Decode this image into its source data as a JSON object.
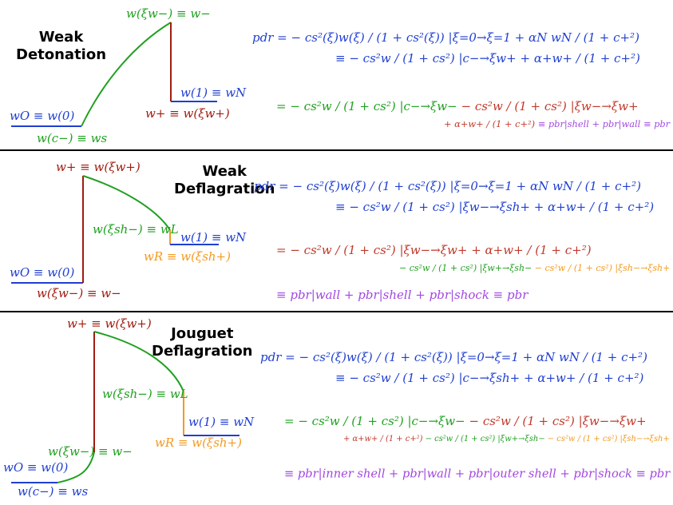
{
  "colors": {
    "blue": "#1f3fd1",
    "green": "#20a020",
    "red": "#c0392b",
    "dark_red": "#a01c10",
    "orange": "#f39a1f",
    "purple": "#a247e0"
  },
  "panels": [
    {
      "title_line1": "Weak",
      "title_line2": "Detonation",
      "labels": {
        "top": "w(ξw−) ≡ w−",
        "wN": "w(1) ≡ wN",
        "wplus": "w+ ≡ w(ξw+)",
        "wO": "wO ≡ w(0)",
        "ws": "w(c−) ≡ ws"
      },
      "eq1": {
        "lhs": "pdr = −",
        "t1": "cs²(ξ)w(ξ) / (1 + cs²(ξ)) |ξ=0→ξ=1",
        "t2": "+ αN wN / (1 + c+²)",
        "t3": "≡ − cs²w / (1 + cs²) |c−→ξw+",
        "t4": "+ α+w+ / (1 + c+²)"
      },
      "eq2": {
        "t1": "= − cs²w / (1 + cs²) |c−→ξw−",
        "t2": "− cs²w / (1 + cs²) |ξw−→ξw+",
        "t3": "+ α+w+ / (1 + c+²)",
        "t4": "≡ pbr|shell + pbr|wall ≡ pbr"
      }
    },
    {
      "title_line1": "Weak",
      "title_line2": "Deflagration",
      "labels": {
        "top": "w+ ≡ w(ξw+)",
        "wL": "w(ξsh−) ≡ wL",
        "wN": "w(1) ≡ wN",
        "wR": "wR ≡ w(ξsh+)",
        "wO": "wO ≡ w(0)",
        "wminus": "w(ξw−) ≡ w−"
      },
      "eq1": {
        "lhs": "pdr = −",
        "t1": "cs²(ξ)w(ξ) / (1 + cs²(ξ)) |ξ=0→ξ=1",
        "t2": "+ αN wN / (1 + c+²)",
        "t3": "≡ − cs²w / (1 + cs²) |ξw−→ξsh+",
        "t4": "+ α+w+ / (1 + c+²)"
      },
      "eq2": {
        "t1": "= − cs²w / (1 + cs²) |ξw−→ξw+",
        "t2": "+ α+w+ / (1 + c+²)",
        "t3": "− cs²w / (1 + cs²) |ξw+→ξsh−",
        "t4": "− cs²w / (1 + cs²) |ξsh−→ξsh+"
      },
      "eq3": "≡ pbr|wall + pbr|shell + pbr|shock ≡ pbr"
    },
    {
      "title_line1": "Jouguet",
      "title_line2": "Deflagration",
      "labels": {
        "top": "w+ ≡ w(ξw+)",
        "wL": "w(ξsh−) ≡ wL",
        "wN": "w(1) ≡ wN",
        "wR": "wR ≡ w(ξsh+)",
        "wminus": "w(ξw−) ≡ w−",
        "wO": "wO ≡ w(0)",
        "ws": "w(c−) ≡ ws"
      },
      "eq1": {
        "lhs": "pdr = −",
        "t1": "cs²(ξ)w(ξ) / (1 + cs²(ξ)) |ξ=0→ξ=1",
        "t2": "+ αN wN / (1 + c+²)",
        "t3": "≡ − cs²w / (1 + cs²) |c−→ξsh+",
        "t4": "+ α+w+ / (1 + c+²)"
      },
      "eq2": {
        "t1": "= − cs²w / (1 + cs²) |c−→ξw−",
        "t2": "− cs²w / (1 + cs²) |ξw−→ξw+",
        "t3": "+ α+w+ / (1 + c+²)",
        "t4": "− cs²w / (1 + cs²) |ξw+→ξsh−",
        "t5": "− cs²w / (1 + cs²) |ξsh−→ξsh+"
      },
      "eq3": "≡ pbr|inner shell + pbr|wall + pbr|outer shell + pbr|shock ≡ pbr"
    }
  ]
}
